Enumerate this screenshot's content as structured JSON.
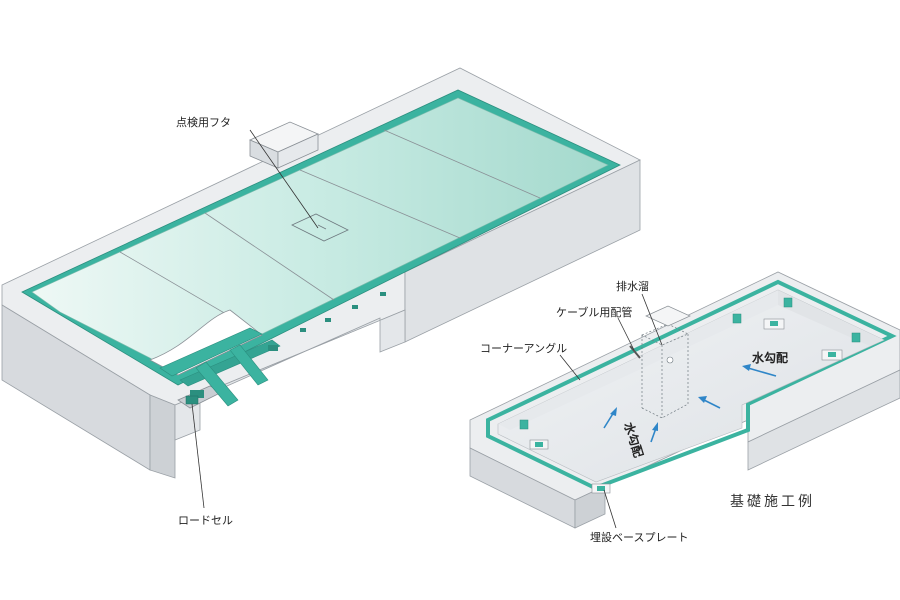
{
  "labels": {
    "inspection_lid": "点検用フタ",
    "load_cell": "ロードセル",
    "drain_pit": "排水溜",
    "cable_pipe": "ケーブル用配管",
    "corner_angle": "コーナーアングル",
    "drain_slope_1": "水勾配",
    "drain_slope_2": "水勾配",
    "base_plate": "埋設ベースプレート"
  },
  "caption": "基礎施工例",
  "colors": {
    "concrete_top": "#eceef0",
    "concrete_side": "#dfe2e5",
    "concrete_front": "#d2d6da",
    "angle_teal": "#3bb3a0",
    "deck_light": "#e9f6f3",
    "deck_dark": "#a9dcd1",
    "arrow_blue": "#2f86c8",
    "pit_floor": "#e3e6ea"
  }
}
